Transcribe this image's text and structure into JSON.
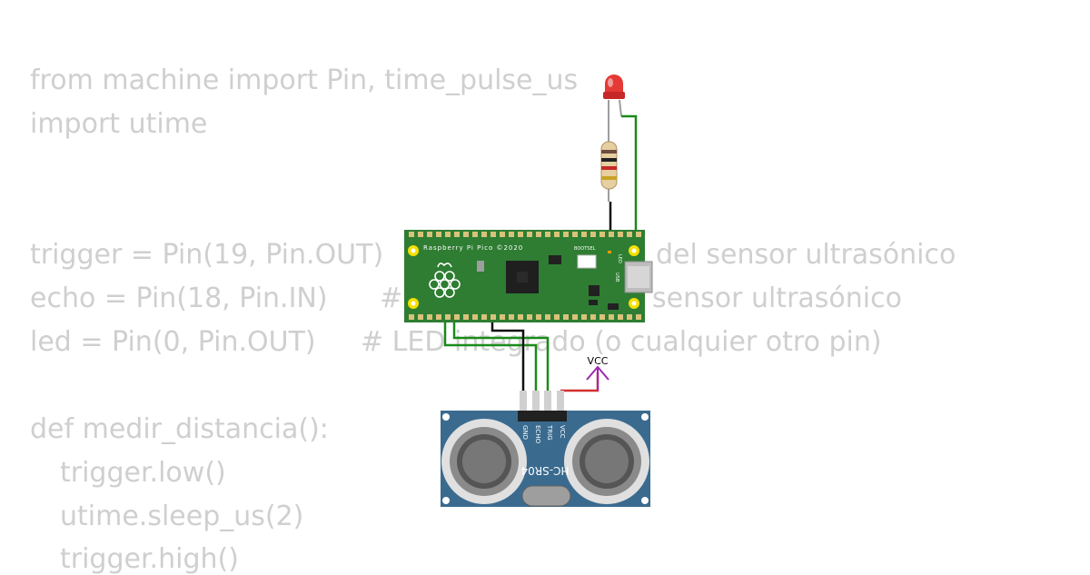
{
  "code": {
    "lines": [
      "from machine import Pin, time_pulse_us",
      "import utime",
      "trigger = Pin(19, Pin.OUT)",
      "del sensor ultrasónico",
      "echo = Pin(18, Pin.IN)",
      "#",
      "sensor ultrasónico",
      "led = Pin(0, Pin.OUT)",
      "# LED integrado (o cualquier otro pin)",
      "def medir_distancia():",
      "trigger.low()",
      "utime.sleep_us(2)",
      "trigger.high()"
    ]
  },
  "board": {
    "label": "Raspberry Pi Pico ©2020",
    "bootsel_label": "BOOTSEL",
    "usb_label": "USB",
    "led_label": "LED"
  },
  "power": {
    "vcc_label": "VCC"
  },
  "sensor": {
    "model": "HC-SR04",
    "pins": [
      "GND",
      "ECHO",
      "TRIG",
      "VCC"
    ]
  },
  "colors": {
    "code_text": "#cfcfcf",
    "board_green": "#2e7d32",
    "sensor_blue": "#3a6b8f",
    "wire_green": "#1a8a1a",
    "wire_black": "#111111",
    "wire_red": "#d32f2f",
    "vcc_purple": "#9c27b0",
    "led_red": "#e53935"
  }
}
